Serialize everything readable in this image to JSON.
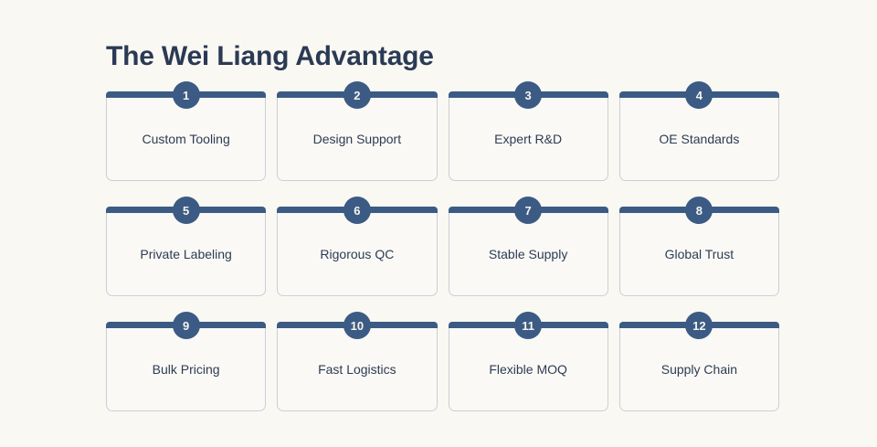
{
  "page": {
    "title": "The Wei Liang Advantage",
    "background_color": "#faf8f3",
    "accent_color": "#3b5b84",
    "text_color": "#2c3c54",
    "card_border_color": "#c9cfd8",
    "card_background_color": "#fbf9f5"
  },
  "cards": [
    {
      "number": "1",
      "label": "Custom Tooling"
    },
    {
      "number": "2",
      "label": "Design Support"
    },
    {
      "number": "3",
      "label": "Expert R&D"
    },
    {
      "number": "4",
      "label": "OE Standards"
    },
    {
      "number": "5",
      "label": "Private Labeling"
    },
    {
      "number": "6",
      "label": "Rigorous QC"
    },
    {
      "number": "7",
      "label": "Stable Supply"
    },
    {
      "number": "8",
      "label": "Global Trust"
    },
    {
      "number": "9",
      "label": "Bulk Pricing"
    },
    {
      "number": "10",
      "label": "Fast Logistics"
    },
    {
      "number": "11",
      "label": "Flexible MOQ"
    },
    {
      "number": "12",
      "label": "Supply Chain"
    }
  ]
}
